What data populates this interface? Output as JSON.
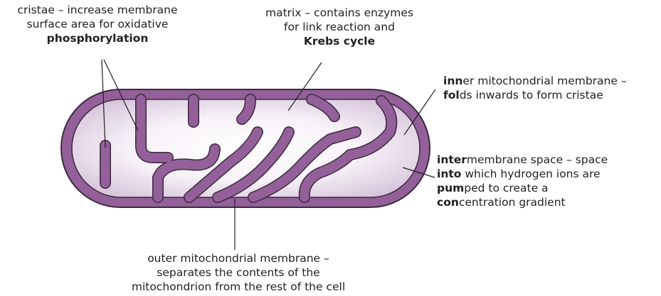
{
  "colors": {
    "membrane": "#93609a",
    "membrane_stroke": "#3d2a3f",
    "matrix": "#f4eef5",
    "matrix_fog": "#dccde0",
    "leader": "#231f20"
  },
  "labels": {
    "cristae": {
      "line1": "cristae – increase membrane",
      "line2": "surface area for oxidative",
      "line3": "phosphorylation"
    },
    "matrix": {
      "line1": "matrix – contains enzymes",
      "line2": "for link reaction and",
      "line3": "Krebs cycle"
    },
    "inner": {
      "line1_bold": "inn",
      "line1_rest": "er mitochondrial membrane –",
      "line2_bold": "fol",
      "line2_rest": "ds inwards to form cristae"
    },
    "intermembrane": {
      "line1_bold": "inter",
      "line1_rest": "membrane space – space",
      "line2_bold": "into",
      "line2_rest": " which hydrogen ions are",
      "line3_bold": "pum",
      "line3_rest": "ped to create a",
      "line4_bold": "con",
      "line4_rest": "centration gradient"
    },
    "outer": {
      "line1": "outer mitochondrial membrane –",
      "line2": "separates the contents of the",
      "line3": "mitochondrion from the rest of the cell"
    }
  }
}
